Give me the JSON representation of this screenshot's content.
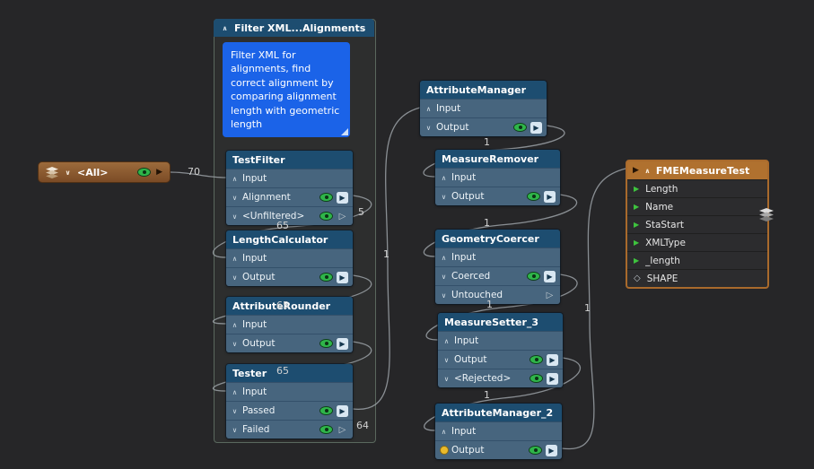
{
  "group": {
    "title": "Filter XML...Alignments"
  },
  "annotation": {
    "text": "Filter XML for alignments, find correct alignment by comparing alignment length with geometric length"
  },
  "reader": {
    "label": "<All>"
  },
  "transformers": {
    "testfilter": {
      "title": "TestFilter",
      "input": "Input",
      "out1": "Alignment",
      "out2": "<Unfiltered>"
    },
    "lengthcalculator": {
      "title": "LengthCalculator",
      "input": "Input",
      "out1": "Output"
    },
    "attributerounder": {
      "title": "AttributeRounder",
      "input": "Input",
      "out1": "Output"
    },
    "tester": {
      "title": "Tester",
      "input": "Input",
      "out1": "Passed",
      "out2": "Failed"
    },
    "attributemanager": {
      "title": "AttributeManager",
      "input": "Input",
      "out1": "Output"
    },
    "measureremover": {
      "title": "MeasureRemover",
      "input": "Input",
      "out1": "Output"
    },
    "geometrycoercer": {
      "title": "GeometryCoercer",
      "input": "Input",
      "out1": "Coerced",
      "out2": "Untouched"
    },
    "measuresetter3": {
      "title": "MeasureSetter_3",
      "input": "Input",
      "out1": "Output",
      "out2": "<Rejected>"
    },
    "attributemanager2": {
      "title": "AttributeManager_2",
      "input": "Input",
      "out1": "Output"
    }
  },
  "writer": {
    "title": "FMEMeasureTest",
    "attributes": [
      "Length",
      "Name",
      "StaStart",
      "XMLType",
      "_length"
    ],
    "geometry_label": "SHAPE"
  },
  "counts": {
    "reader_out": "70",
    "unfiltered": "5",
    "to_lengthcalculator": "65",
    "to_attributerounder": "65",
    "to_tester": "65",
    "passed": "1",
    "to_measureremover": "1",
    "to_geometrycoercer": "1",
    "to_measuresetter": "1",
    "to_attributemanager2": "1",
    "to_writer": "1",
    "failed": "64"
  },
  "icons": {
    "collapse": "∧",
    "expand": "∨",
    "port_arrow": "▶",
    "port_arrow_unconnected": "▷",
    "geometry": "◇"
  },
  "colors": {
    "canvas": "#262628",
    "node_header_blue": "#1d4d70",
    "node_row_blue": "#47657e",
    "annotation_blue": "#1b63e8",
    "reader_brown": "#8a5a30",
    "writer_orange": "#b0712f",
    "eye_green": "#2fb54a",
    "warning_yellow": "#e9ba2b",
    "wire_gray": "#9ba1a6"
  }
}
